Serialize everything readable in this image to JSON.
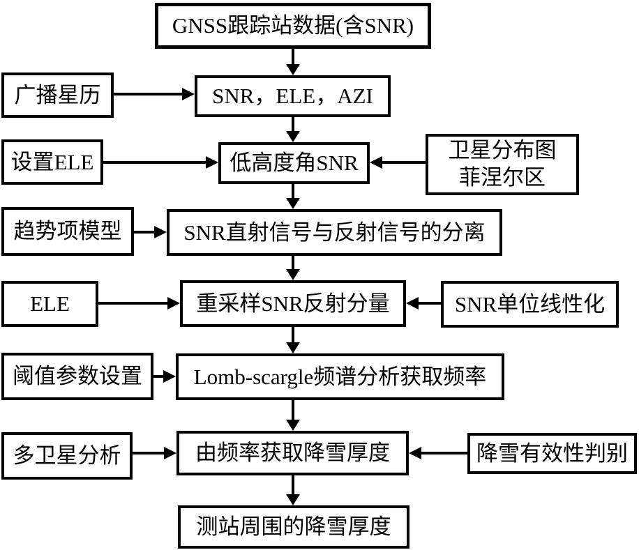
{
  "nodes": {
    "gnss_data": {
      "label": "GNSS跟踪站数据(含SNR)"
    },
    "broadcast_ephemeris": {
      "label": "广播星历"
    },
    "snr_ele_azi": {
      "label": "SNR，ELE，AZI"
    },
    "set_ele": {
      "label": "设置ELE"
    },
    "low_elevation_snr": {
      "label": "低高度角SNR"
    },
    "satellite_distribution": {
      "line1": "卫星分布图",
      "line2": "菲涅尔区"
    },
    "trend_model": {
      "label": "趋势项模型"
    },
    "snr_separation": {
      "label": "SNR直射信号与反射信号的分离"
    },
    "ele": {
      "label": "ELE"
    },
    "resample_snr": {
      "label": "重采样SNR反射分量"
    },
    "snr_linearization": {
      "label": "SNR单位线性化"
    },
    "threshold_params": {
      "label": "阈值参数设置"
    },
    "lomb_scargle": {
      "label": "Lomb-scargle频谱分析获取频率"
    },
    "multi_satellite": {
      "label": "多卫星分析"
    },
    "snow_depth_from_freq": {
      "label": "由频率获取降雪厚度"
    },
    "snow_validity": {
      "label": "降雪有效性判别"
    },
    "station_snow_depth": {
      "label": "测站周围的降雪厚度"
    }
  },
  "connections": [
    {
      "from": "gnss_data",
      "to": "snr_ele_azi",
      "direction": "down"
    },
    {
      "from": "broadcast_ephemeris",
      "to": "snr_ele_azi",
      "direction": "right"
    },
    {
      "from": "snr_ele_azi",
      "to": "low_elevation_snr",
      "direction": "down"
    },
    {
      "from": "set_ele",
      "to": "low_elevation_snr",
      "direction": "right"
    },
    {
      "from": "satellite_distribution",
      "to": "low_elevation_snr",
      "direction": "left"
    },
    {
      "from": "low_elevation_snr",
      "to": "snr_separation",
      "direction": "down"
    },
    {
      "from": "trend_model",
      "to": "snr_separation",
      "direction": "right"
    },
    {
      "from": "snr_separation",
      "to": "resample_snr",
      "direction": "down"
    },
    {
      "from": "ele",
      "to": "resample_snr",
      "direction": "right"
    },
    {
      "from": "snr_linearization",
      "to": "resample_snr",
      "direction": "left"
    },
    {
      "from": "resample_snr",
      "to": "lomb_scargle",
      "direction": "down"
    },
    {
      "from": "threshold_params",
      "to": "lomb_scargle",
      "direction": "right"
    },
    {
      "from": "lomb_scargle",
      "to": "snow_depth_from_freq",
      "direction": "down"
    },
    {
      "from": "multi_satellite",
      "to": "snow_depth_from_freq",
      "direction": "right"
    },
    {
      "from": "snow_validity",
      "to": "snow_depth_from_freq",
      "direction": "left"
    },
    {
      "from": "snow_depth_from_freq",
      "to": "station_snow_depth",
      "direction": "down"
    }
  ],
  "colors": {
    "line": "#000000",
    "background": "#ffffff",
    "text": "#000000"
  }
}
